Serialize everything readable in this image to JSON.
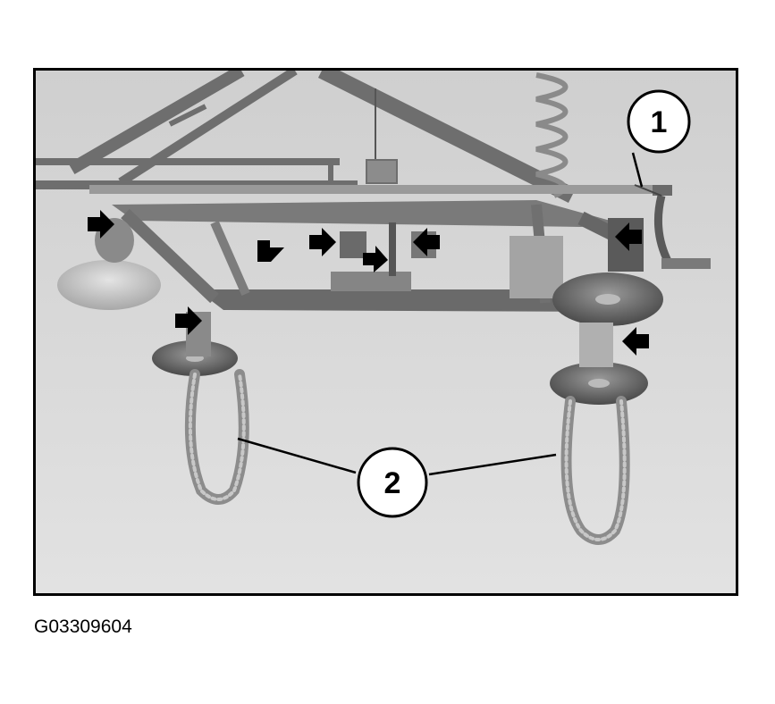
{
  "figure": {
    "callouts": [
      "1",
      "2"
    ],
    "caption": "G03309604"
  }
}
